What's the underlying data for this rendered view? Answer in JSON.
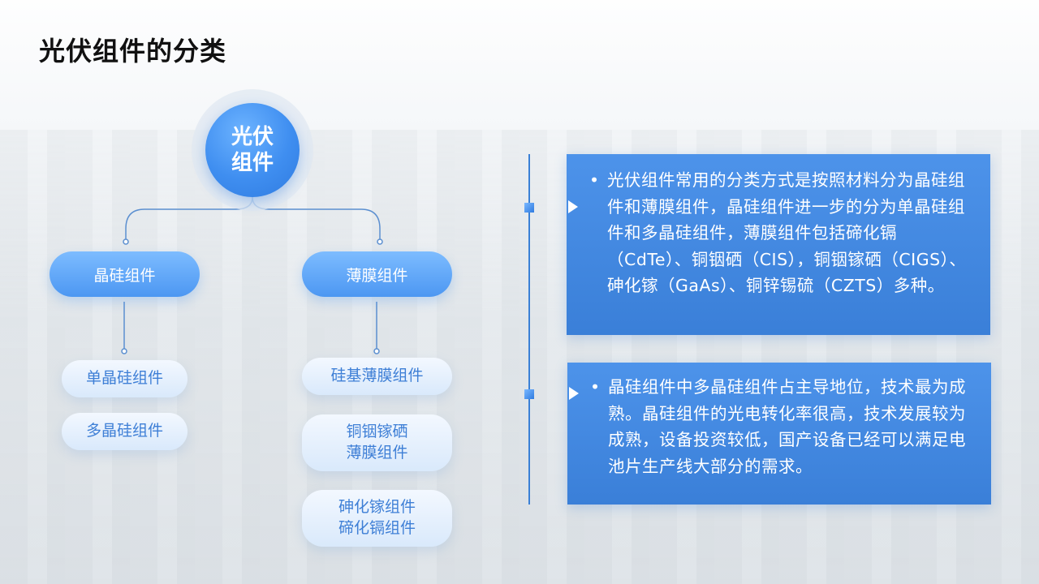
{
  "title": "光伏组件的分类",
  "diagram": {
    "root": {
      "line1": "光伏",
      "line2": "组件"
    },
    "branches": [
      {
        "label": "晶硅组件",
        "leaves": [
          {
            "lines": [
              "单晶硅组件"
            ]
          },
          {
            "lines": [
              "多晶硅组件"
            ]
          }
        ]
      },
      {
        "label": "薄膜组件",
        "leaves": [
          {
            "lines": [
              "硅基薄膜组件"
            ]
          },
          {
            "lines": [
              "铜铟镓硒",
              "薄膜组件"
            ]
          },
          {
            "lines": [
              "砷化镓组件",
              "碲化镉组件"
            ]
          }
        ]
      }
    ]
  },
  "notes": [
    {
      "bullet": "•",
      "text": "光伏组件常用的分类方式是按照材料分为晶硅组件和薄膜组件，晶硅组件进一步的分为单晶硅组件和多晶硅组件，薄膜组件包括碲化镉（CdTe）、铜铟硒（CIS），铜铟镓硒（CIGS）、砷化镓（GaAs）、铜锌锡硫（CZTS）多种。"
    },
    {
      "bullet": "•",
      "text": "晶硅组件中多晶硅组件占主导地位，技术最为成熟。晶硅组件的光电转化率很高，技术发展较为成熟，设备投资较低，国产设备已经可以满足电池片生产线大部分的需求。"
    }
  ],
  "colors": {
    "accent": "#3f8ef0",
    "panel": "#4289e0",
    "leaf_text": "#3e7fd6",
    "line": "#3a80d6"
  }
}
